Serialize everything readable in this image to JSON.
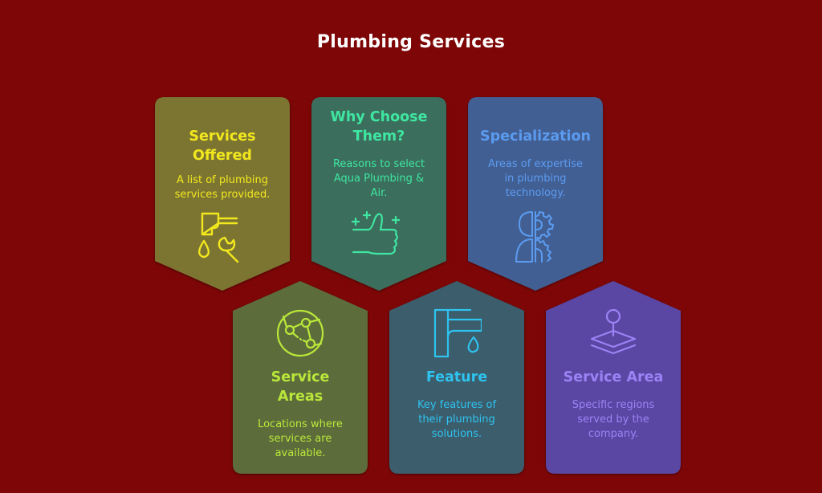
{
  "title": "Plumbing Services",
  "colors": {
    "background": "#7e0606",
    "title": "#ffffff"
  },
  "cards": [
    {
      "heading": "Services Offered",
      "heading_lines": [
        "Services",
        "Offered"
      ],
      "description_lines": [
        "A list of plumbing",
        "services provided."
      ],
      "icon": "faucet-wrench-icon",
      "fill": "#7b7432",
      "accent": "#f2e81d",
      "row": "top"
    },
    {
      "heading": "Why Choose Them?",
      "heading_lines": [
        "Why Choose",
        "Them?"
      ],
      "description_lines": [
        "Reasons to select",
        "Aqua Plumbing &",
        "Air."
      ],
      "icon": "thumbs-up-icon",
      "fill": "#3b6e5b",
      "accent": "#3fe6a2",
      "row": "top"
    },
    {
      "heading": "Specialization",
      "heading_lines": [
        "Specialization"
      ],
      "description_lines": [
        "Areas of expertise",
        "in plumbing",
        "technology."
      ],
      "icon": "person-gear-icon",
      "fill": "#425f93",
      "accent": "#5b9bf0",
      "row": "top"
    },
    {
      "heading": "Service Areas",
      "heading_lines": [
        "Service",
        "Areas"
      ],
      "description_lines": [
        "Locations where",
        "services are",
        "available."
      ],
      "icon": "network-globe-icon",
      "fill": "#5d6c3b",
      "accent": "#b9e83a",
      "row": "bottom"
    },
    {
      "heading": "Feature",
      "heading_lines": [
        "Feature"
      ],
      "description_lines": [
        "Key features of",
        "their plumbing",
        "solutions."
      ],
      "icon": "tap-drop-icon",
      "fill": "#3a5d6c",
      "accent": "#2fc3f0",
      "row": "bottom"
    },
    {
      "heading": "Service Area",
      "heading_lines": [
        "Service Area"
      ],
      "description_lines": [
        "Specific regions",
        "served by the",
        "company."
      ],
      "icon": "map-pin-layers-icon",
      "fill": "#5a46a3",
      "accent": "#9b83f5",
      "row": "bottom"
    }
  ]
}
